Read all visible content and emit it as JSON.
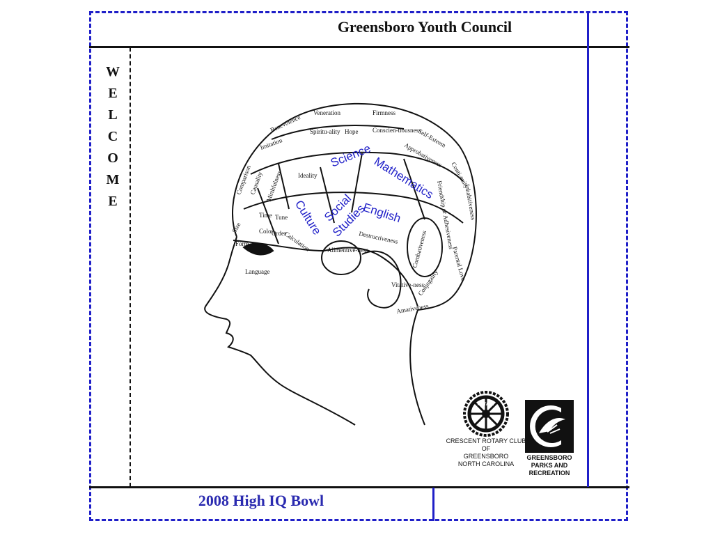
{
  "header": {
    "title": "Greensboro Youth Council"
  },
  "sidebar": {
    "welcome_letters": [
      "W",
      "E",
      "L",
      "C",
      "O",
      "M",
      "E"
    ]
  },
  "illustration": {
    "subjects": {
      "science": "Science",
      "mathematics": "Mathematics",
      "culture": "Culture",
      "social": "Social",
      "studies": "Studies",
      "english": "English"
    },
    "faculties": {
      "veneration": "Veneration",
      "firmness": "Firmness",
      "benevolence": "Benevolence",
      "imitation": "Imitation",
      "spirituality": "Spiritu-ality",
      "hope": "Hope",
      "conscientiousness": "Conscien-tiousness",
      "self_esteem": "Self-Esteem",
      "approbativeness": "Approbativeness",
      "continuity": "Conti-nuity",
      "inhabitiveness": "Inhabitiveness",
      "ideality": "Ideality",
      "comparison": "Comparison",
      "causality": "Causality",
      "mirthfulness": "Mirthfulness",
      "time": "Time",
      "tune": "Tune",
      "destructiveness": "Destructiveness",
      "combativeness": "Combativeness",
      "friendship": "Friendship or Adhesiveness",
      "alimentiveness": "Alimentive-ness",
      "vitativeness": "Vitative-ness",
      "conjugality": "Conjugality",
      "parental_love": "Parental Love",
      "amativeness": "Amativeness",
      "form": "Form",
      "size": "Size",
      "color": "Color",
      "order": "Order",
      "calculation": "Calculation",
      "language": "Language"
    }
  },
  "logos": {
    "rotary": {
      "seal_text": "ROTARY",
      "lines": [
        "CRESCENT ROTARY CLUB",
        "OF",
        "GREENSBORO",
        "NORTH CAROLINA"
      ]
    },
    "parks": {
      "lines": [
        "GREENSBORO",
        "PARKS AND",
        "RECREATION"
      ]
    }
  },
  "footer": {
    "title": "2008 High IQ Bowl"
  },
  "colors": {
    "accent_blue": "#1f1fc8",
    "footer_text": "#2a2ab0",
    "rule": "#111111"
  }
}
